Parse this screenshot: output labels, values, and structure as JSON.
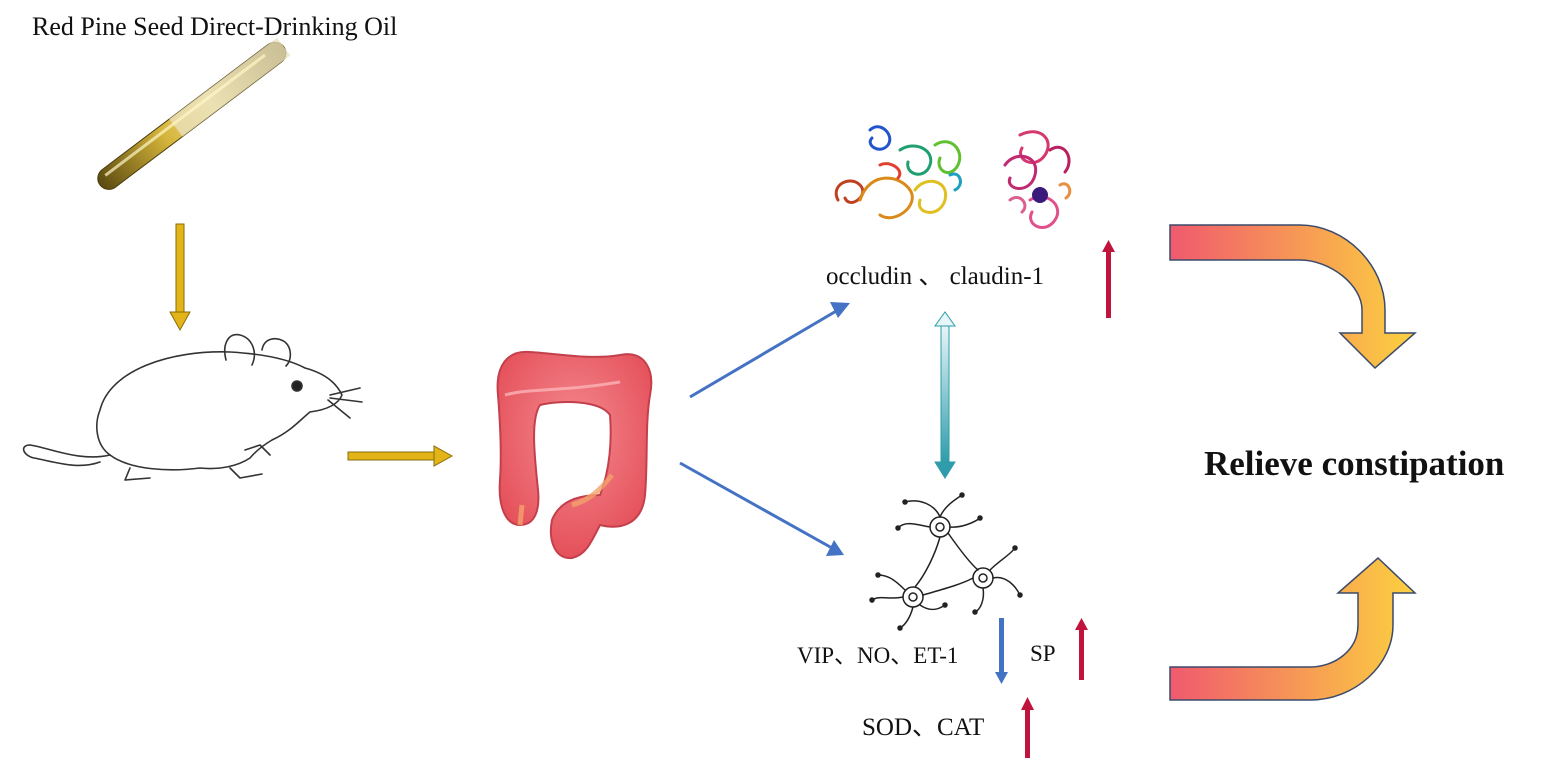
{
  "title": "Red Pine Seed Direct-Drinking Oil",
  "tight_junction": {
    "protein_a": "occludin",
    "separator": "、",
    "protein_b": "claudin-1",
    "direction": "up"
  },
  "neurotransmitters": {
    "decreased": "VIP、NO、ET-1",
    "decreased_direction": "down",
    "increased": "SP",
    "increased_direction": "up"
  },
  "antioxidant": {
    "label": "SOD、CAT",
    "direction": "up"
  },
  "outcome": "Relieve constipation",
  "icons": {
    "oil": "oil-dropper-icon",
    "mouse": "mouse-icon",
    "colon": "colon-icon",
    "protein_a": "occludin-protein-icon",
    "protein_b": "claudin-protein-icon",
    "neurons": "neuron-network-icon"
  },
  "colors": {
    "flow_arrow": "#E3B417",
    "pathway_arrow": "#4472C4",
    "increase_arrow": "#C0143C",
    "decrease_arrow": "#4472C4",
    "link_arrow": "#2E9CAA",
    "curve_arrow_start": "#F05A6E",
    "curve_arrow_end": "#FCD13F"
  }
}
